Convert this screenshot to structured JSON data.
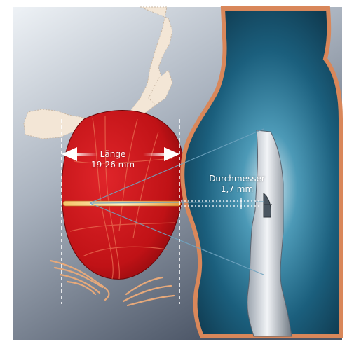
{
  "labels": {
    "length_title": "Länge",
    "length_value": "19-26 mm",
    "diameter_title": "Durchmesser",
    "diameter_value": "1,7 mm"
  },
  "colors": {
    "background_top": "#e8edf3",
    "background_bottom": "#4a5566",
    "tissue": "#f3e6d6",
    "prostate": "#c81418",
    "prostate_dark": "#8a0a0e",
    "rectum_outline": "#d9875a",
    "rectum_fill": "#1d5d78",
    "probe": "#c9ced6",
    "arrow": "#ffffff"
  }
}
